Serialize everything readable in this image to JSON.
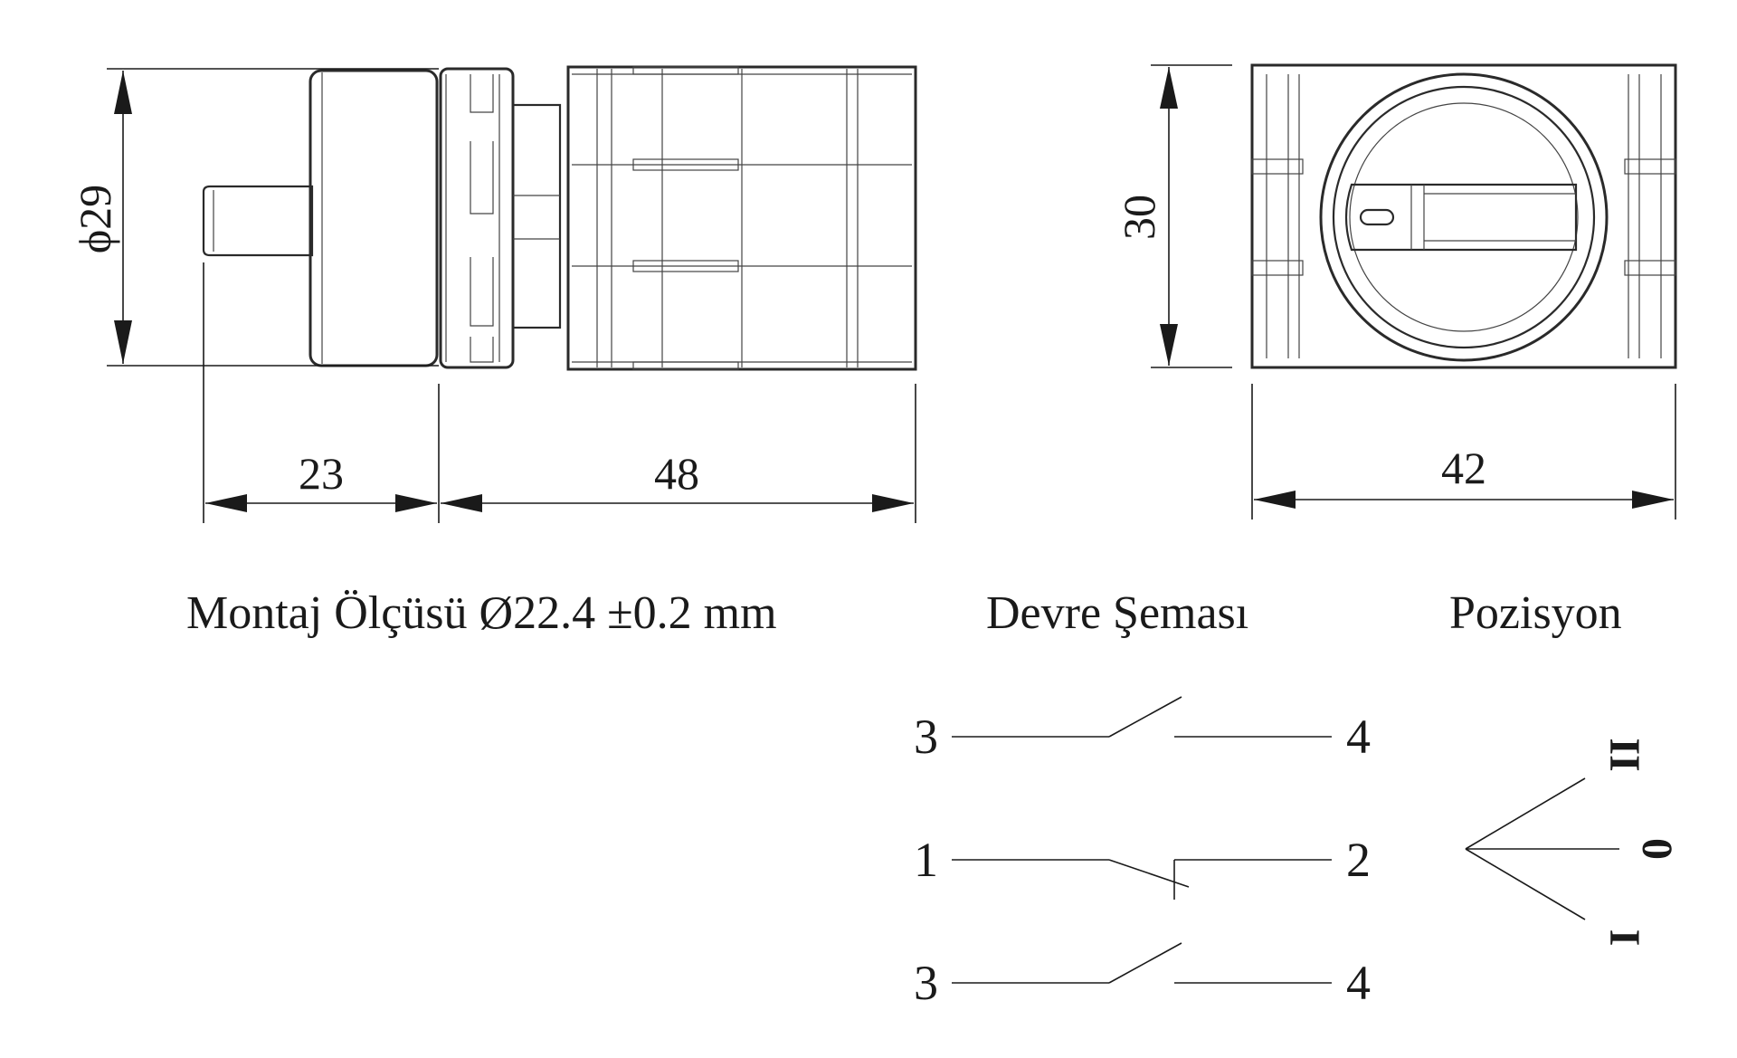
{
  "dimensions": {
    "diameter": "ϕ29",
    "shaft_length": "23",
    "body_length": "48",
    "height": "30",
    "width": "42"
  },
  "captions": {
    "mounting": "Montaj Ölçüsü Ø22.4 ±0.2 mm",
    "circuit": "Devre Şeması",
    "position": "Pozisyon"
  },
  "circuit": {
    "row1": {
      "left": "3",
      "right": "4"
    },
    "row2": {
      "left": "1",
      "right": "2"
    },
    "row3": {
      "left": "3",
      "right": "4"
    }
  },
  "positions": {
    "p2": "II",
    "p0": "0",
    "p1": "I"
  }
}
